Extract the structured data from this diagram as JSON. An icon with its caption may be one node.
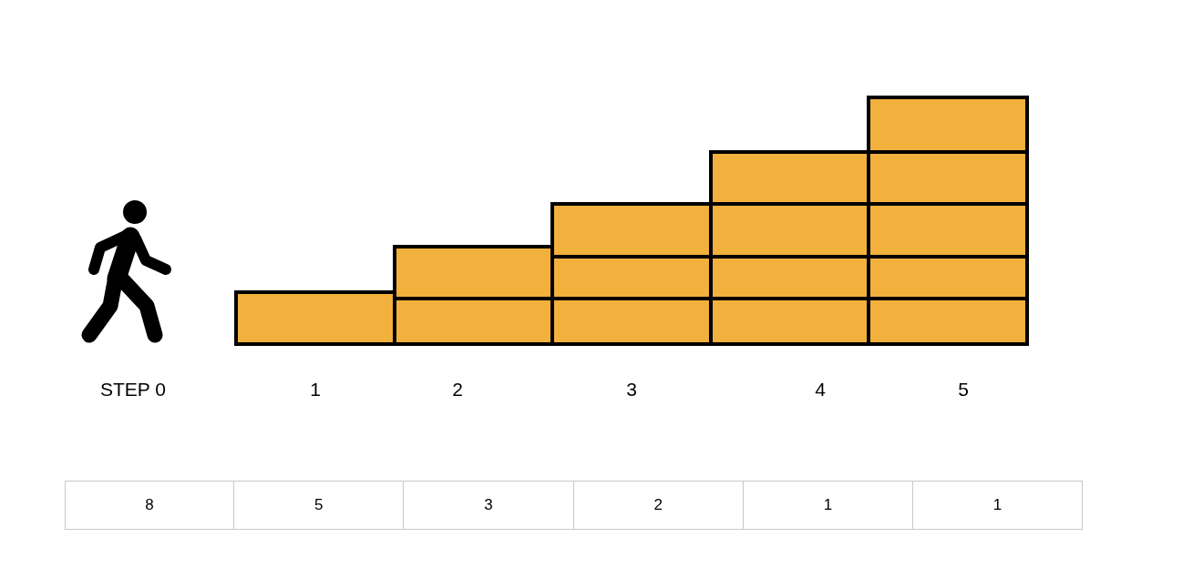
{
  "diagram": {
    "labels": [
      "STEP 0",
      "1",
      "2",
      "3",
      "4",
      "5",
      "8",
      "5",
      "3",
      "2",
      "1",
      "1"
    ]
  }
}
